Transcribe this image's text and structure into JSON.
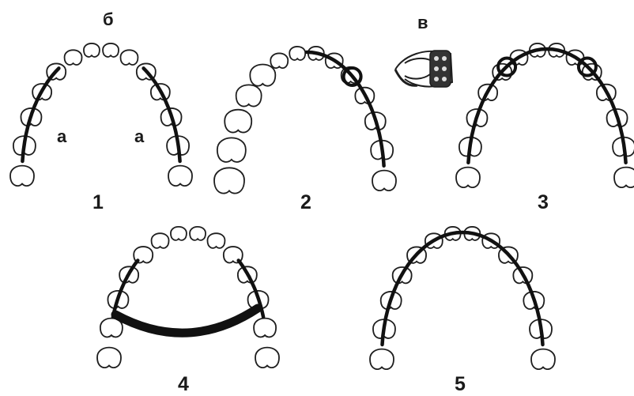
{
  "labels": {
    "fig1": "1",
    "fig2": "2",
    "fig3": "3",
    "fig4": "4",
    "fig5": "5",
    "letter_b": "б",
    "letter_v": "в",
    "letter_a_left": "а",
    "letter_a_right": "а"
  }
}
